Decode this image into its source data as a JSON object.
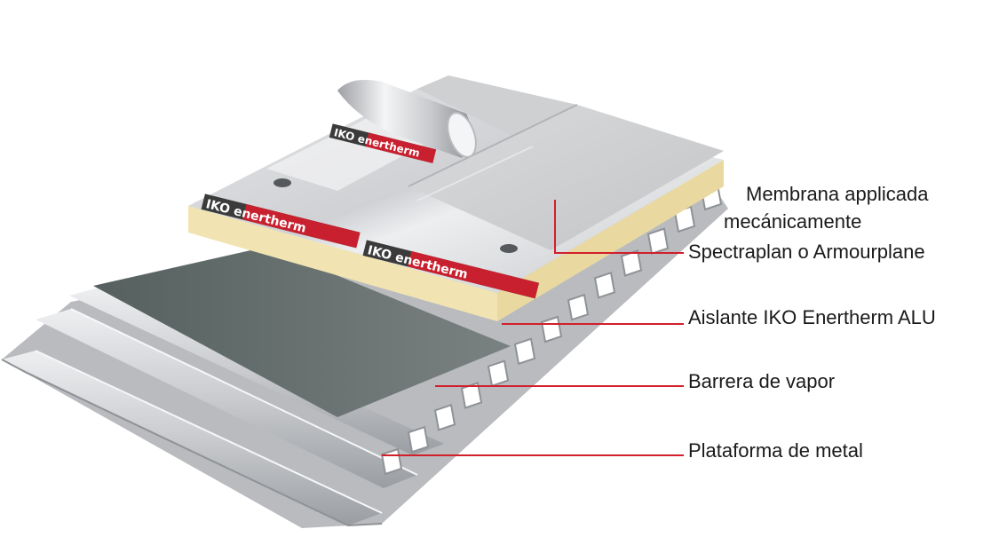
{
  "brand": {
    "logo_text": "IKO enertherm",
    "colors": {
      "red": "#c8202e",
      "dark": "#3b3b3b"
    }
  },
  "labels": {
    "membrane_line1": "Membrana applicada",
    "membrane_line2": "mecánicamente",
    "membrane_line3": "Spectraplan o Armourplane",
    "insulation": "Aislante  IKO Enertherm ALU",
    "vapor_barrier": "Barrera de vapor",
    "metal_deck": "Plataforma de metal"
  },
  "colors": {
    "leader": "#d21f2b",
    "insulation": "#f2e6b6",
    "foil": "#d6d7d9",
    "membrane": "#cfd0d2",
    "vapor": "#6c7474",
    "metal": "#c9cacd"
  }
}
